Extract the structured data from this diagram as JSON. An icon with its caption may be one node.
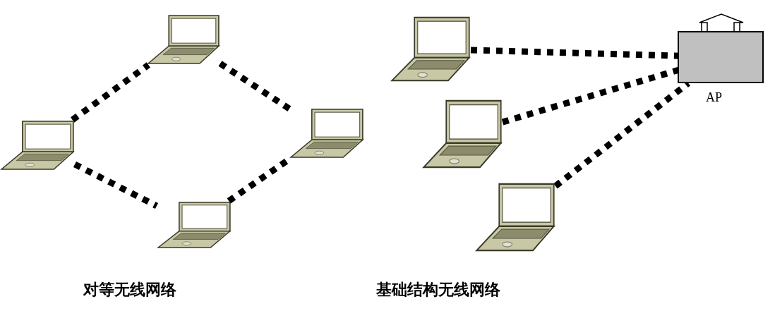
{
  "diagram": {
    "nodes": [
      {
        "text": [],
        "shape": "picture"
      },
      {
        "text": [],
        "shape": "picture"
      },
      {
        "text": [],
        "shape": "picture"
      },
      {
        "text": [],
        "shape": "picture"
      },
      {
        "text": [],
        "shape": "picture"
      },
      {
        "text": [],
        "shape": "picture"
      },
      {
        "text": [],
        "shape": "picture"
      },
      {
        "text": [
          "AP"
        ]
      }
    ],
    "edges": [
      {
        "from": 1,
        "to": 0,
        "arrow": "none",
        "style": "dashed"
      },
      {
        "from": 0,
        "to": 2,
        "arrow": "none",
        "style": "dashed"
      },
      {
        "from": 1,
        "to": 3,
        "arrow": "none",
        "style": "dashed"
      },
      {
        "from": 3,
        "to": 2,
        "arrow": "none",
        "style": "dashed"
      },
      {
        "from": 4,
        "to": 7,
        "arrow": "none",
        "style": "dashed"
      },
      {
        "from": 5,
        "to": 7,
        "arrow": "none",
        "style": "dashed"
      },
      {
        "from": 6,
        "to": 7,
        "arrow": "none",
        "style": "dashed"
      }
    ],
    "labels": [
      "对等无线网络",
      "基础结构无线网络"
    ]
  }
}
